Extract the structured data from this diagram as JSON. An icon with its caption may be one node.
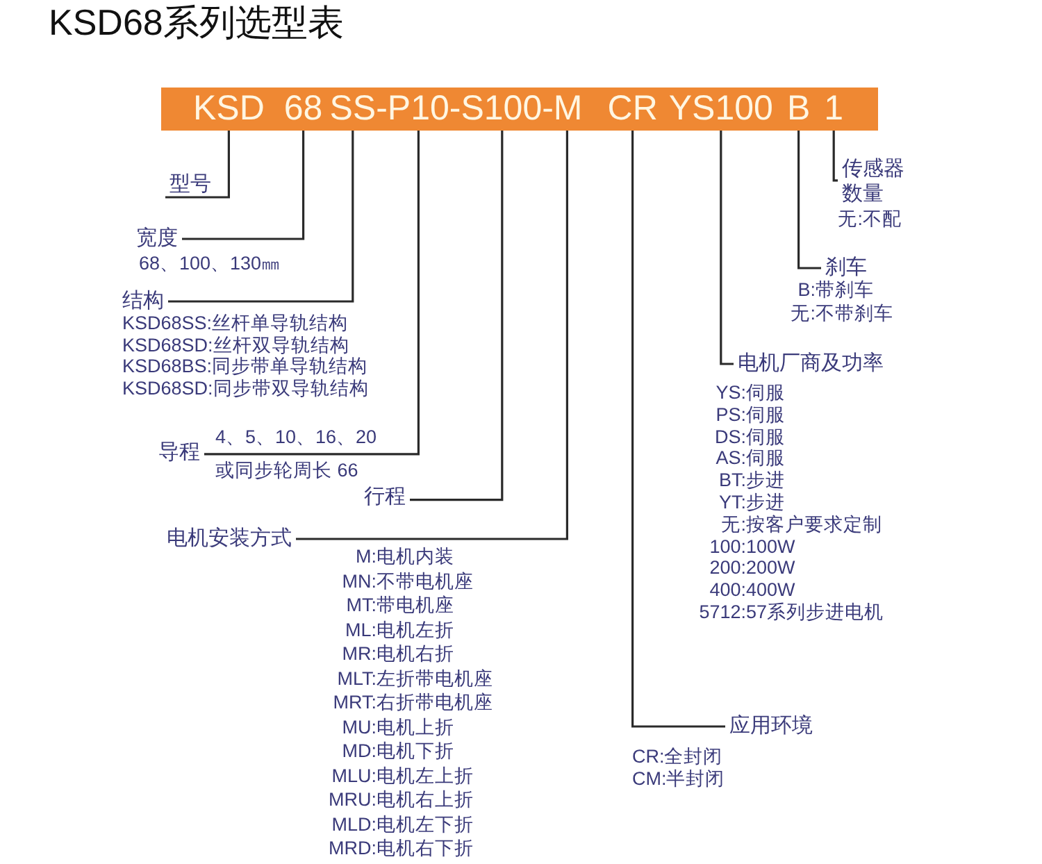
{
  "diagram": {
    "title": "KSD68系列选型表",
    "nodes": [
      {
        "text": [],
        "shape": "bar"
      },
      {
        "text": [
          "KSD"
        ],
        "in": 0
      },
      {
        "text": [
          "68"
        ],
        "in": 0
      },
      {
        "text": [
          "SS"
        ],
        "in": 0
      },
      {
        "text": [
          "-P10"
        ],
        "in": 0
      },
      {
        "text": [
          "-S100"
        ],
        "in": 0
      },
      {
        "text": [
          "-M"
        ],
        "in": 0
      },
      {
        "text": [
          "CR"
        ],
        "in": 0
      },
      {
        "text": [
          "YS100"
        ],
        "in": 0
      },
      {
        "text": [
          "B"
        ],
        "in": 0
      },
      {
        "text": [
          "1"
        ],
        "in": 0
      },
      {
        "text": [
          "型号"
        ]
      },
      {
        "text": [
          "宽度"
        ],
        "beside": [
          "68、100、130㎜"
        ]
      },
      {
        "text": [
          "结构"
        ],
        "beside": [
          "KSD68SS:丝杆单导轨结构",
          "KSD68SD:丝杆双导轨结构",
          "KSD68BS:同步带单导轨结构",
          "KSD68SD:同步带双导轨结构"
        ]
      },
      {
        "text": [
          "导程"
        ],
        "beside": [
          "4、5、10、16、20",
          "或同步轮周长 66"
        ]
      },
      {
        "text": [
          "行程"
        ]
      },
      {
        "text": [
          "电机安装方式"
        ],
        "beside": [
          "M:电机内装",
          "MN:不带电机座",
          "MT:带电机座",
          "ML:电机左折",
          "MR:电机右折",
          "MLT:左折带电机座",
          "MRT:右折带电机座",
          "MU:电机上折",
          "MD:电机下折",
          "MLU:电机左上折",
          "MRU:电机右上折",
          "MLD:电机左下折",
          "MRD:电机右下折"
        ]
      },
      {
        "text": [
          "应用环境"
        ],
        "beside": [
          "CR:全封闭",
          "CM:半封闭"
        ]
      },
      {
        "text": [
          "电机厂商及功率"
        ],
        "beside": [
          "YS:伺服",
          "PS:伺服",
          "DS:伺服",
          "AS:伺服",
          "BT:步进",
          "YT:步进",
          "无:按客户要求定制",
          "100:100W",
          "200:200W",
          "400:400W",
          "5712:57系列步进电机"
        ]
      },
      {
        "text": [
          "刹车"
        ],
        "beside": [
          "B:带刹车",
          "无:不带刹车"
        ]
      },
      {
        "text": [
          "传感器数量"
        ],
        "beside": [
          "无:不配"
        ]
      }
    ],
    "edges": [
      {
        "from": 11,
        "to": 1,
        "arrow": "none"
      },
      {
        "from": 12,
        "to": 2,
        "arrow": "none"
      },
      {
        "from": 13,
        "to": 3,
        "arrow": "none"
      },
      {
        "from": 14,
        "to": 4,
        "arrow": "none"
      },
      {
        "from": 15,
        "to": 5,
        "arrow": "none"
      },
      {
        "from": 16,
        "to": 6,
        "arrow": "none"
      },
      {
        "from": 17,
        "to": 7,
        "arrow": "none"
      },
      {
        "from": 18,
        "to": 8,
        "arrow": "none"
      },
      {
        "from": 19,
        "to": 9,
        "arrow": "none"
      },
      {
        "from": 20,
        "to": 10,
        "arrow": "none"
      }
    ]
  }
}
